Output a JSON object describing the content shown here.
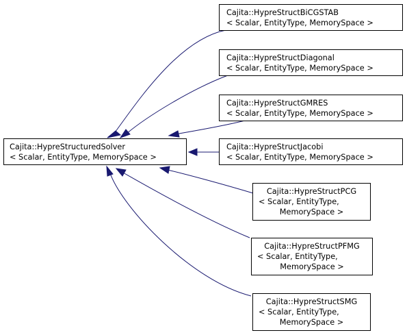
{
  "diagram": {
    "base": {
      "lines": [
        "Cajita::HypreStructuredSolver",
        "< Scalar, EntityType, MemorySpace >"
      ]
    },
    "derived": [
      {
        "lines": [
          "Cajita::HypreStructBiCGSTAB",
          "< Scalar, EntityType, MemorySpace >"
        ]
      },
      {
        "lines": [
          "Cajita::HypreStructDiagonal",
          "< Scalar, EntityType, MemorySpace >"
        ]
      },
      {
        "lines": [
          "Cajita::HypreStructGMRES",
          "< Scalar, EntityType, MemorySpace >"
        ]
      },
      {
        "lines": [
          "Cajita::HypreStructJacobi",
          "< Scalar, EntityType, MemorySpace >"
        ]
      },
      {
        "lines": [
          "Cajita::HypreStructPCG",
          "< Scalar, EntityType,",
          "MemorySpace >"
        ]
      },
      {
        "lines": [
          "Cajita::HypreStructPFMG",
          "< Scalar, EntityType,",
          "MemorySpace >"
        ]
      },
      {
        "lines": [
          "Cajita::HypreStructSMG",
          "< Scalar, EntityType,",
          "MemorySpace >"
        ]
      }
    ],
    "colors": {
      "edge": "#191970",
      "node_border": "#000000",
      "node_fill": "#ffffff"
    }
  }
}
